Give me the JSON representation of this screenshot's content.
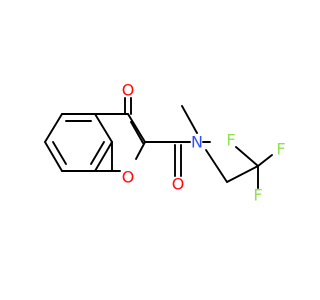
{
  "molecule": {
    "atoms": {
      "o_ketone": {
        "symbol": "O",
        "color": "#ff0d0d"
      },
      "o_ring": {
        "symbol": "O",
        "color": "#ff0d0d"
      },
      "o_amide": {
        "symbol": "O",
        "color": "#ff0d0d"
      },
      "n_amide": {
        "symbol": "N",
        "color": "#3050f8"
      },
      "f_top": {
        "symbol": "F",
        "color": "#90e050"
      },
      "f_right": {
        "symbol": "F",
        "color": "#90e050"
      },
      "f_bottom": {
        "symbol": "F",
        "color": "#90e050"
      }
    },
    "bond_color": "#000000"
  }
}
